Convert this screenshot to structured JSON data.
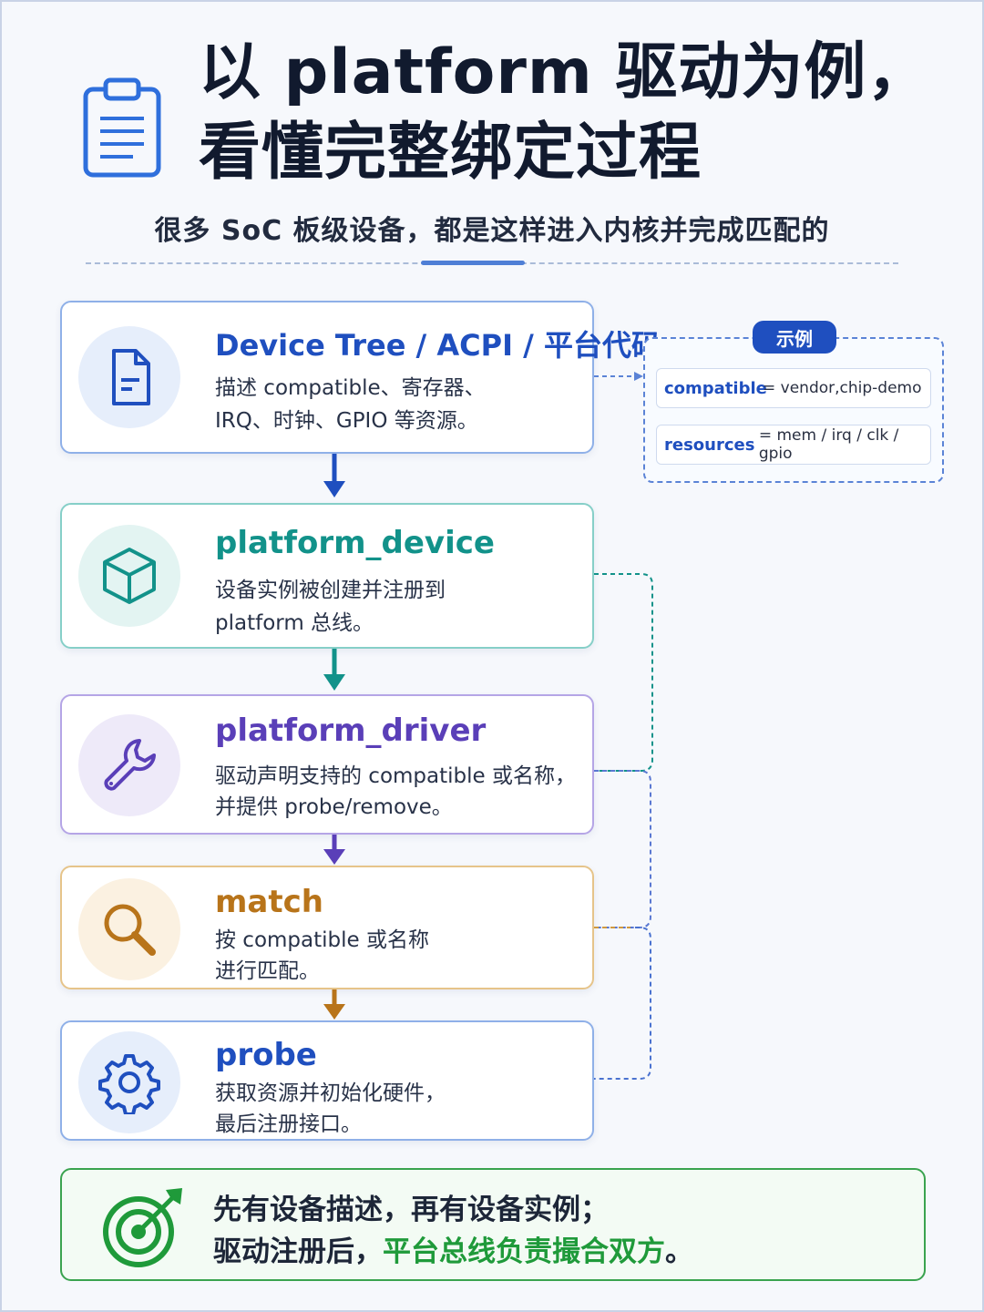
{
  "header": {
    "icon": "clipboard-icon",
    "title_line1": "以 platform 驱动为例，",
    "title_line2": "看懂完整绑定过程",
    "subtitle": "很多 SoC 板级设备，都是这样进入内核并完成匹配的"
  },
  "steps": [
    {
      "icon": "document-icon",
      "title": "Device Tree / ACPI / 平台代码",
      "desc_line1": "描述 compatible、寄存器、",
      "desc_line2": "IRQ、时钟、GPIO 等资源。",
      "color": "#1f4fbf"
    },
    {
      "icon": "cube-icon",
      "title": "platform_device",
      "desc_line1": "设备实例被创建并注册到",
      "desc_line2": "platform 总线。",
      "color": "#12928a"
    },
    {
      "icon": "wrench-icon",
      "title": "platform_driver",
      "desc_line1": "驱动声明支持的 compatible 或名称，",
      "desc_line2": "并提供 probe/remove。",
      "color": "#5a3fb8"
    },
    {
      "icon": "magnifier-icon",
      "title": "match",
      "desc_line1": "按 compatible 或名称",
      "desc_line2": "进行匹配。",
      "color": "#b8741a"
    },
    {
      "icon": "gear-icon",
      "title": "probe",
      "desc_line1": "获取资源并初始化硬件，",
      "desc_line2": "最后注册接口。",
      "color": "#1f4fbf"
    }
  ],
  "example": {
    "badge": "示例",
    "rows": [
      {
        "key": "compatible",
        "value": "= vendor,chip-demo"
      },
      {
        "key": "resources",
        "value": "= mem / irq / clk / gpio"
      }
    ]
  },
  "summary": {
    "icon": "target-icon",
    "line1": "先有设备描述，再有设备实例；",
    "line2_prefix": "驱动注册后，",
    "line2_highlight": "平台总线负责撮合双方",
    "line2_suffix": "。",
    "highlight_color": "#1f9a3a"
  }
}
